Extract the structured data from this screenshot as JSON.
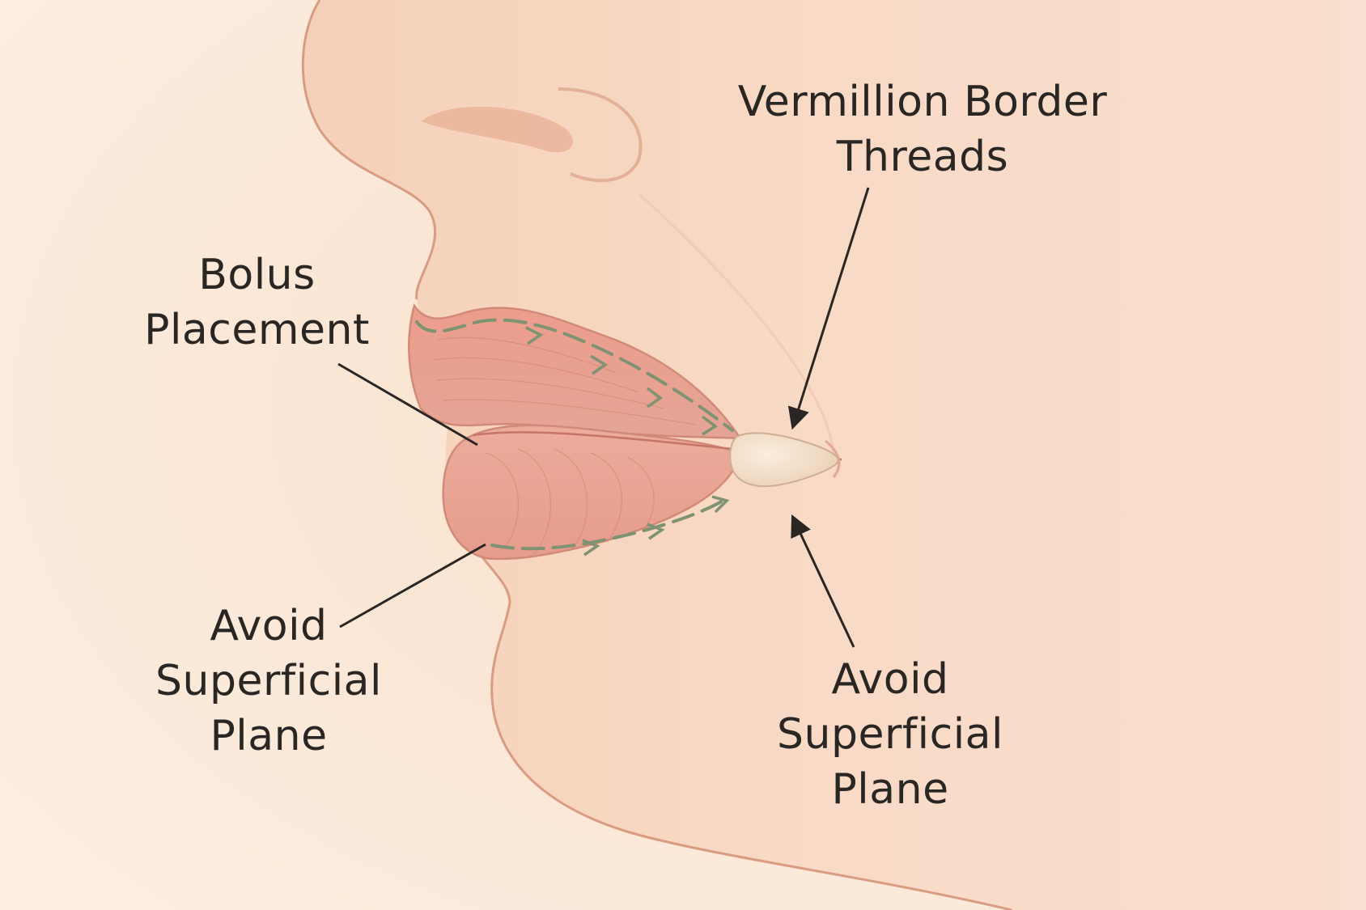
{
  "labels": {
    "vermillion": {
      "line1": "Vermillion Border",
      "line2": "Threads"
    },
    "bolus": {
      "line1": "Bolus",
      "line2": "Placement"
    },
    "avoid_left": {
      "line1": "Avoid",
      "line2": "Superficial",
      "line3": "Plane"
    },
    "avoid_right": {
      "line1": "Avoid",
      "line2": "Superficial",
      "line3": "Plane"
    }
  },
  "colors": {
    "background": "#fbe9d9",
    "skin": "#f8d8c2",
    "skin_outline": "#d99c82",
    "lip": "#e9a596",
    "lip_line": "#c8796a",
    "bolus": "#f3ddc6",
    "thread": "#7f9272",
    "pointer": "#2a2624"
  }
}
